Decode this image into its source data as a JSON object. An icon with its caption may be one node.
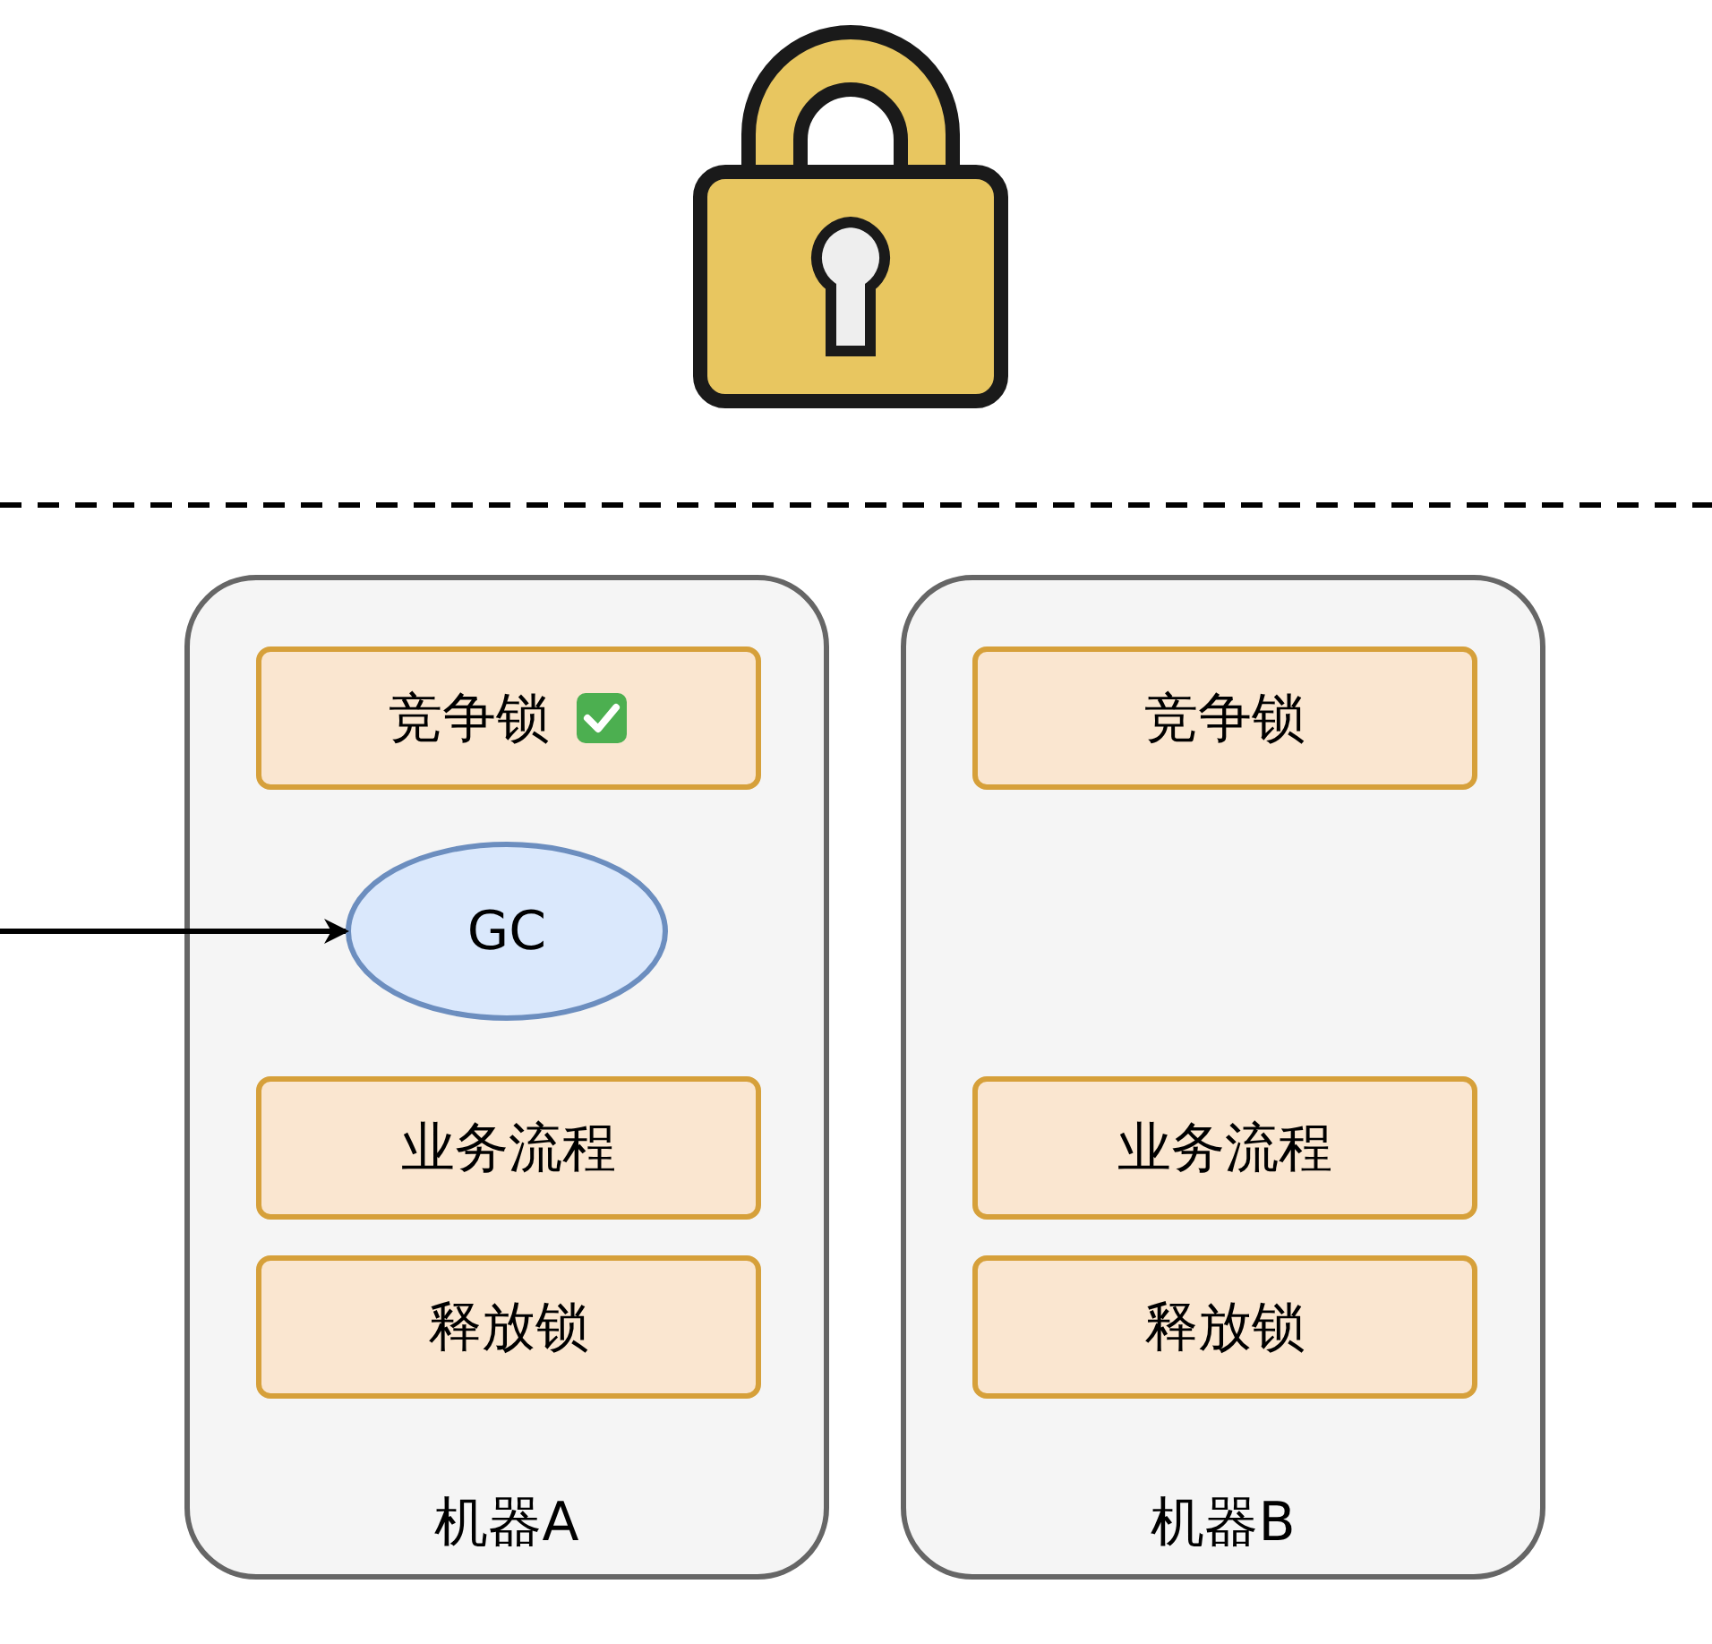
{
  "diagram": {
    "nodes": [
      {
        "text": [
          "机器A"
        ]
      },
      {
        "text": [
          "竞争锁"
        ],
        "in": 0
      },
      {
        "text": [
          "GC"
        ],
        "in": 0
      },
      {
        "text": [
          "业务流程"
        ],
        "in": 0
      },
      {
        "text": [
          "释放锁"
        ],
        "in": 0
      },
      {
        "text": [
          "机器B"
        ]
      },
      {
        "text": [
          "竞争锁"
        ],
        "in": 5
      },
      {
        "text": [
          "业务流程"
        ],
        "in": 5
      },
      {
        "text": [
          "释放锁"
        ],
        "in": 5
      }
    ],
    "edges": [
      {
        "from": null,
        "to": 2,
        "arrow": "to"
      }
    ]
  }
}
